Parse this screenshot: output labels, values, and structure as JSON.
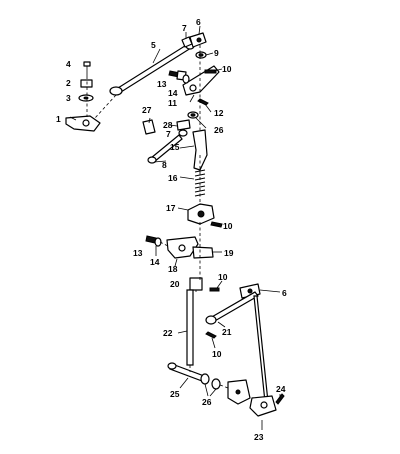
{
  "callouts": {
    "c1": "1",
    "c2": "2",
    "c3": "3",
    "c4": "4",
    "c5": "5",
    "c6a": "6",
    "c6b": "6",
    "c7a": "7",
    "c7b": "7",
    "c8": "8",
    "c9": "9",
    "c10a": "10",
    "c10b": "10",
    "c10c": "10",
    "c10d": "10",
    "c11": "11",
    "c12": "12",
    "c13a": "13",
    "c13b": "13",
    "c14a": "14",
    "c14b": "14",
    "c15": "15",
    "c16": "16",
    "c17": "17",
    "c18": "18",
    "c19": "19",
    "c20": "20",
    "c21": "21",
    "c22": "22",
    "c23": "23",
    "c24": "24",
    "c25": "25",
    "c26a": "26",
    "c26b": "26",
    "c27": "27",
    "c28": "28"
  }
}
